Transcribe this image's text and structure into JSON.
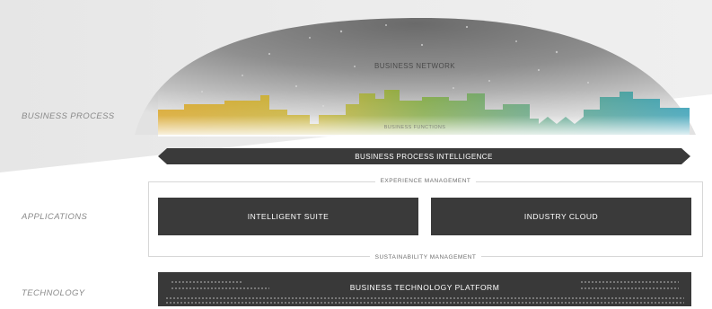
{
  "labels": {
    "business_process": "BUSINESS PROCESS",
    "applications": "APPLICATIONS",
    "technology": "TECHNOLOGY"
  },
  "dome": {
    "title": "BUSINESS NETWORK"
  },
  "skyline": {
    "caption": "BUSINESS FUNCTIONS"
  },
  "intelligence_bar": {
    "label": "BUSINESS PROCESS INTELLIGENCE"
  },
  "applications": {
    "top_caption": "EXPERIENCE MANAGEMENT",
    "bottom_caption": "SUSTAINABILITY MANAGEMENT",
    "boxes": [
      "INTELLIGENT SUITE",
      "INDUSTRY CLOUD"
    ]
  },
  "technology": {
    "platform_label": "BUSINESS TECHNOLOGY PLATFORM"
  },
  "colors": {
    "dark_bar": "#3a3a3a",
    "skyline_gold": "#d4a52b",
    "skyline_green": "#7fa848",
    "skyline_teal": "#3aa0b4"
  }
}
